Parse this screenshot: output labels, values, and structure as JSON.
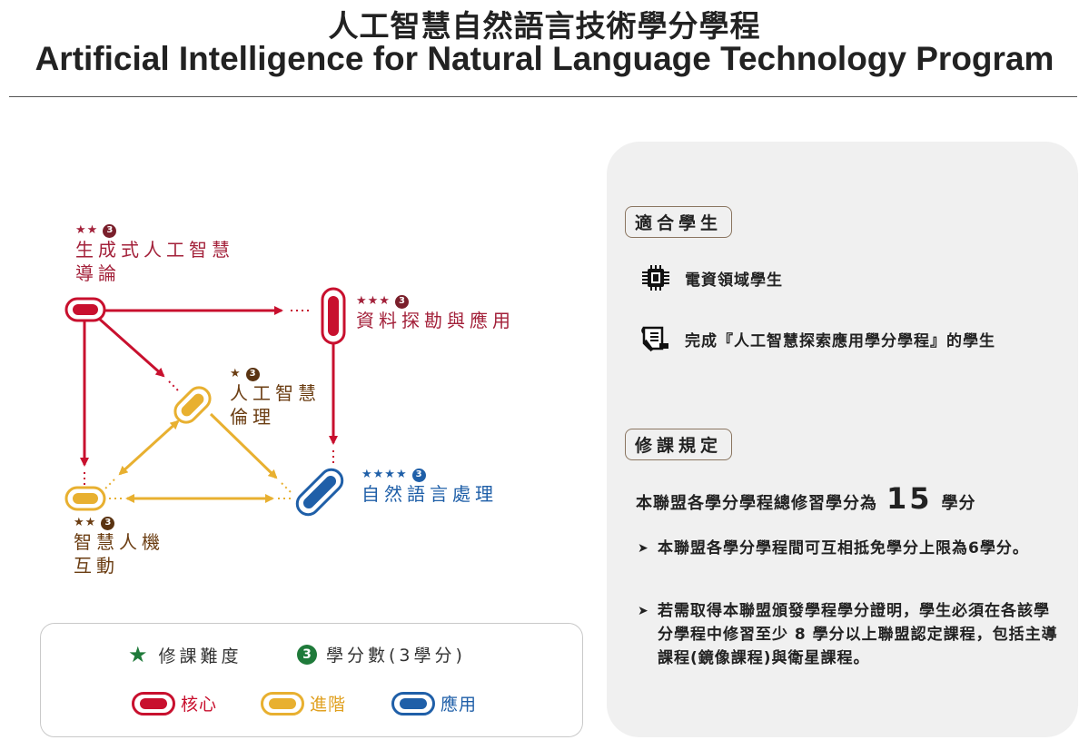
{
  "header": {
    "title_zh": "人工智慧自然語言技術學分學程",
    "title_en": "Artificial Intelligence for Natural Language Technology Program"
  },
  "colors": {
    "core": "#c8102e",
    "advanced": "#e8b030",
    "application": "#1f5fa8",
    "legend_green": "#1f7a3a"
  },
  "courses": [
    {
      "id": "genai",
      "stars": "★★",
      "credits": "3",
      "line1": "生成式人工智慧",
      "line2": "導論",
      "level": "core"
    },
    {
      "id": "datamining",
      "stars": "★★★",
      "credits": "3",
      "line1": "資料探勘與應用",
      "line2": "",
      "level": "core"
    },
    {
      "id": "ethics",
      "stars": "★",
      "credits": "3",
      "line1": "人工智慧",
      "line2": "倫理",
      "level": "advanced"
    },
    {
      "id": "hci",
      "stars": "★★",
      "credits": "3",
      "line1": "智慧人機",
      "line2": "互動",
      "level": "advanced"
    },
    {
      "id": "nlp",
      "stars": "★★★★",
      "credits": "3",
      "line1": "自然語言處理",
      "line2": "",
      "level": "application"
    }
  ],
  "legend": {
    "difficulty_label": "修課難度",
    "credits_num": "3",
    "credits_label": "學分數(3學分)",
    "core": "核心",
    "advanced": "進階",
    "application": "應用"
  },
  "panel": {
    "audience_tag": "適合學生",
    "audience": [
      {
        "icon": "chip-icon",
        "text": "電資領域學生"
      },
      {
        "icon": "certificate-icon",
        "text": "完成『人工智慧探索應用學分學程』的學生"
      }
    ],
    "rules_tag": "修課規定",
    "total_prefix": "本聯盟各學分學程總修習學分為",
    "total_value": "15",
    "total_suffix": "學分",
    "rules": [
      "本聯盟各學分學程間可互相抵免學分上限為6學分。",
      "若需取得本聯盟頒發學程學分證明，學生必須在各該學分學程中修習至少 8 學分以上聯盟認定課程，包括主導課程(鏡像課程)與衛星課程。"
    ]
  }
}
